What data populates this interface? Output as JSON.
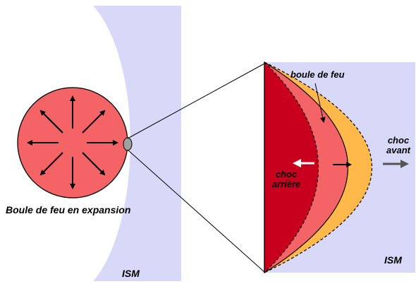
{
  "labels": {
    "expanding_fireball": "Boule de feu en expansion",
    "ism_left": "ISM",
    "ism_right": "ISM",
    "fireball": "boule de feu",
    "forward_shock_line1": "choc",
    "forward_shock_line2": "avant",
    "reverse_shock_line1": "choc",
    "reverse_shock_line2": "arrière"
  },
  "colors": {
    "ism": "#d8d8f8",
    "fireball": "#f46366",
    "reverse_shocked": "#c8001e",
    "forward_shocked": "#ffb84a",
    "arrow_dark": "#000000",
    "arrow_grey": "#555555",
    "arrow_white": "#ffffff"
  }
}
